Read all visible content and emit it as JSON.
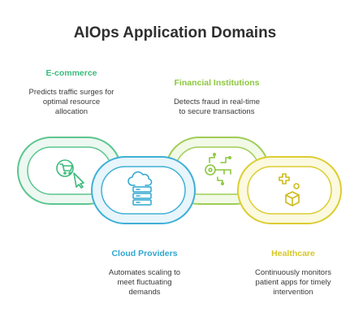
{
  "title": "AIOps Application Domains",
  "colors": {
    "ecommerce": "#3dbb7d",
    "cloud": "#2fa6cf",
    "financial": "#8cc63f",
    "healthcare": "#d6c827",
    "text": "#3a3a3a"
  },
  "domains": [
    {
      "key": "ecommerce",
      "name": "E-commerce",
      "description_lines": [
        "Predicts traffic surges for",
        "optimal resource",
        "allocation"
      ],
      "icon": "shopping-cart-cursor-icon"
    },
    {
      "key": "financial",
      "name": "Financial Institutions",
      "description_lines": [
        "Detects fraud in real-time",
        "to secure transactions"
      ],
      "icon": "digital-key-icon"
    },
    {
      "key": "cloud",
      "name": "Cloud Providers",
      "description_lines": [
        "Automates scaling to",
        "meet fluctuating",
        "demands"
      ],
      "icon": "cloud-server-icon"
    },
    {
      "key": "healthcare",
      "name": "Healthcare",
      "description_lines": [
        "Continuously monitors",
        "patient apps for timely",
        "intervention"
      ],
      "icon": "medical-cross-box-icon"
    }
  ]
}
